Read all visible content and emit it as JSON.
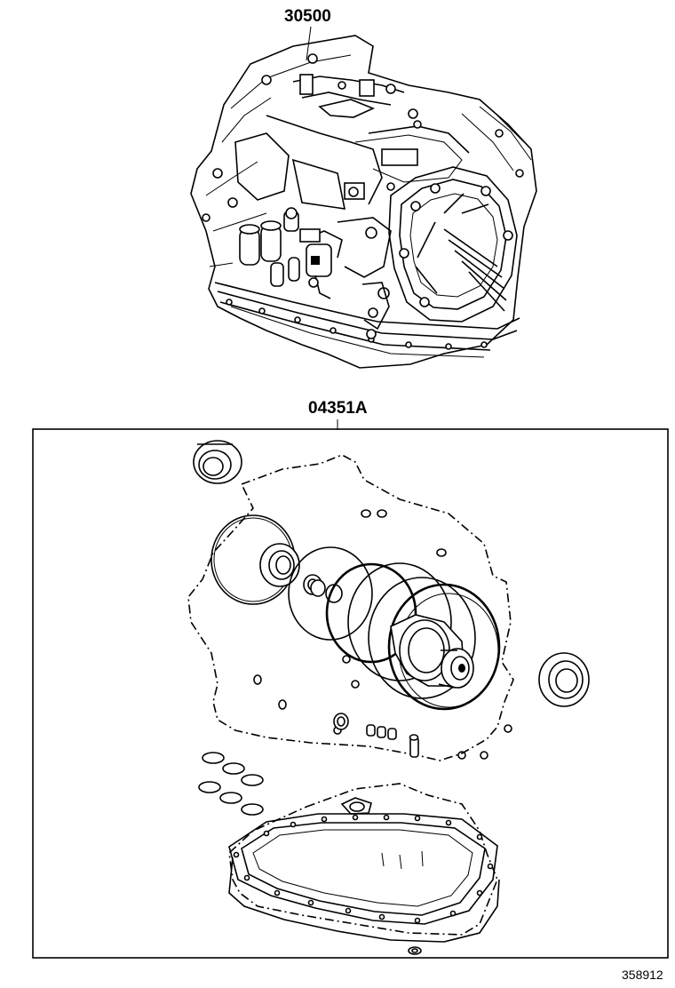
{
  "parts": {
    "transaxle": {
      "number": "30500"
    },
    "overhaul_kit": {
      "number": "04351A"
    }
  },
  "diagram_ref": "358912"
}
